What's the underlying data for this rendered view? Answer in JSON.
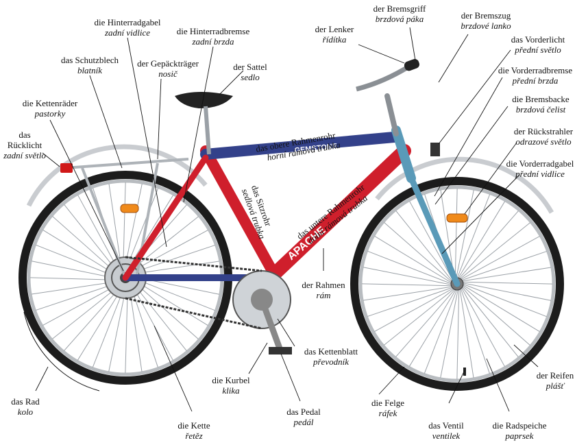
{
  "brand": {
    "top_tube": "GEMSTONE",
    "down_tube": "APACHE"
  },
  "labels": [
    {
      "id": "hinterradgabel",
      "de": "die Hinterradgabel",
      "cz": "zadní vidlice"
    },
    {
      "id": "hinterradbremse",
      "de": "die Hinterradbremse",
      "cz": "zadní brzda"
    },
    {
      "id": "schutzblech",
      "de": "das Schutzblech",
      "cz": "blatník"
    },
    {
      "id": "gepaecktraeger",
      "de": "der Gepäckträger",
      "cz": "nosič"
    },
    {
      "id": "sattel",
      "de": "der Sattel",
      "cz": "sedlo"
    },
    {
      "id": "kettenraeder",
      "de": "die Kettenräder",
      "cz": "pastorky"
    },
    {
      "id": "ruecklicht",
      "de": "das Rücklicht",
      "cz": "zadní světlo",
      "de_prefix": "das",
      "de_main": "Rücklicht"
    },
    {
      "id": "lenker",
      "de": "der Lenker",
      "cz": "řídítka"
    },
    {
      "id": "bremsgriff",
      "de": "der Bremsgriff",
      "cz": "brzdová páka"
    },
    {
      "id": "bremszug",
      "de": "der Bremszug",
      "cz": "brzdové lanko"
    },
    {
      "id": "vorderlicht",
      "de": "das Vorderlicht",
      "cz": "přední světlo"
    },
    {
      "id": "vorderradbremse",
      "de": "die Vorderradbremse",
      "cz": "přední brzda"
    },
    {
      "id": "bremsbacke",
      "de": "die Bremsbacke",
      "cz": "brzdová čelist"
    },
    {
      "id": "rueckstrahler",
      "de": "der Rückstrahler",
      "cz": "odrazové světlo"
    },
    {
      "id": "vorderradgabel",
      "de": "die Vorderradgabel",
      "cz": "přední vidlice"
    },
    {
      "id": "obere_rahmenrohr",
      "de": "das obere Rahmenrohr",
      "cz": "horní rámová trubka"
    },
    {
      "id": "sitzrohr",
      "de": "das Sitzrohr",
      "cz": "sedlová trubka"
    },
    {
      "id": "untere_rahmenrohr",
      "de": "das untere Rahmenrohr",
      "cz": "dolní rámová trubka"
    },
    {
      "id": "rahmen",
      "de": "der Rahmen",
      "cz": "rám"
    },
    {
      "id": "kettenblatt",
      "de": "das Kettenblatt",
      "cz": "převodník"
    },
    {
      "id": "kurbel",
      "de": "die Kurbel",
      "cz": "klika"
    },
    {
      "id": "pedal",
      "de": "das Pedal",
      "cz": "pedál"
    },
    {
      "id": "rad",
      "de": "das Rad",
      "cz": "kolo"
    },
    {
      "id": "kette",
      "de": "die Kette",
      "cz": "řetěz"
    },
    {
      "id": "felge",
      "de": "die Felge",
      "cz": "ráfek"
    },
    {
      "id": "ventil",
      "de": "das Ventil",
      "cz": "ventilek"
    },
    {
      "id": "radspeiche",
      "de": "die Radspeiche",
      "cz": "paprsek"
    },
    {
      "id": "reifen",
      "de": "der Reifen",
      "cz": "plášť"
    }
  ]
}
